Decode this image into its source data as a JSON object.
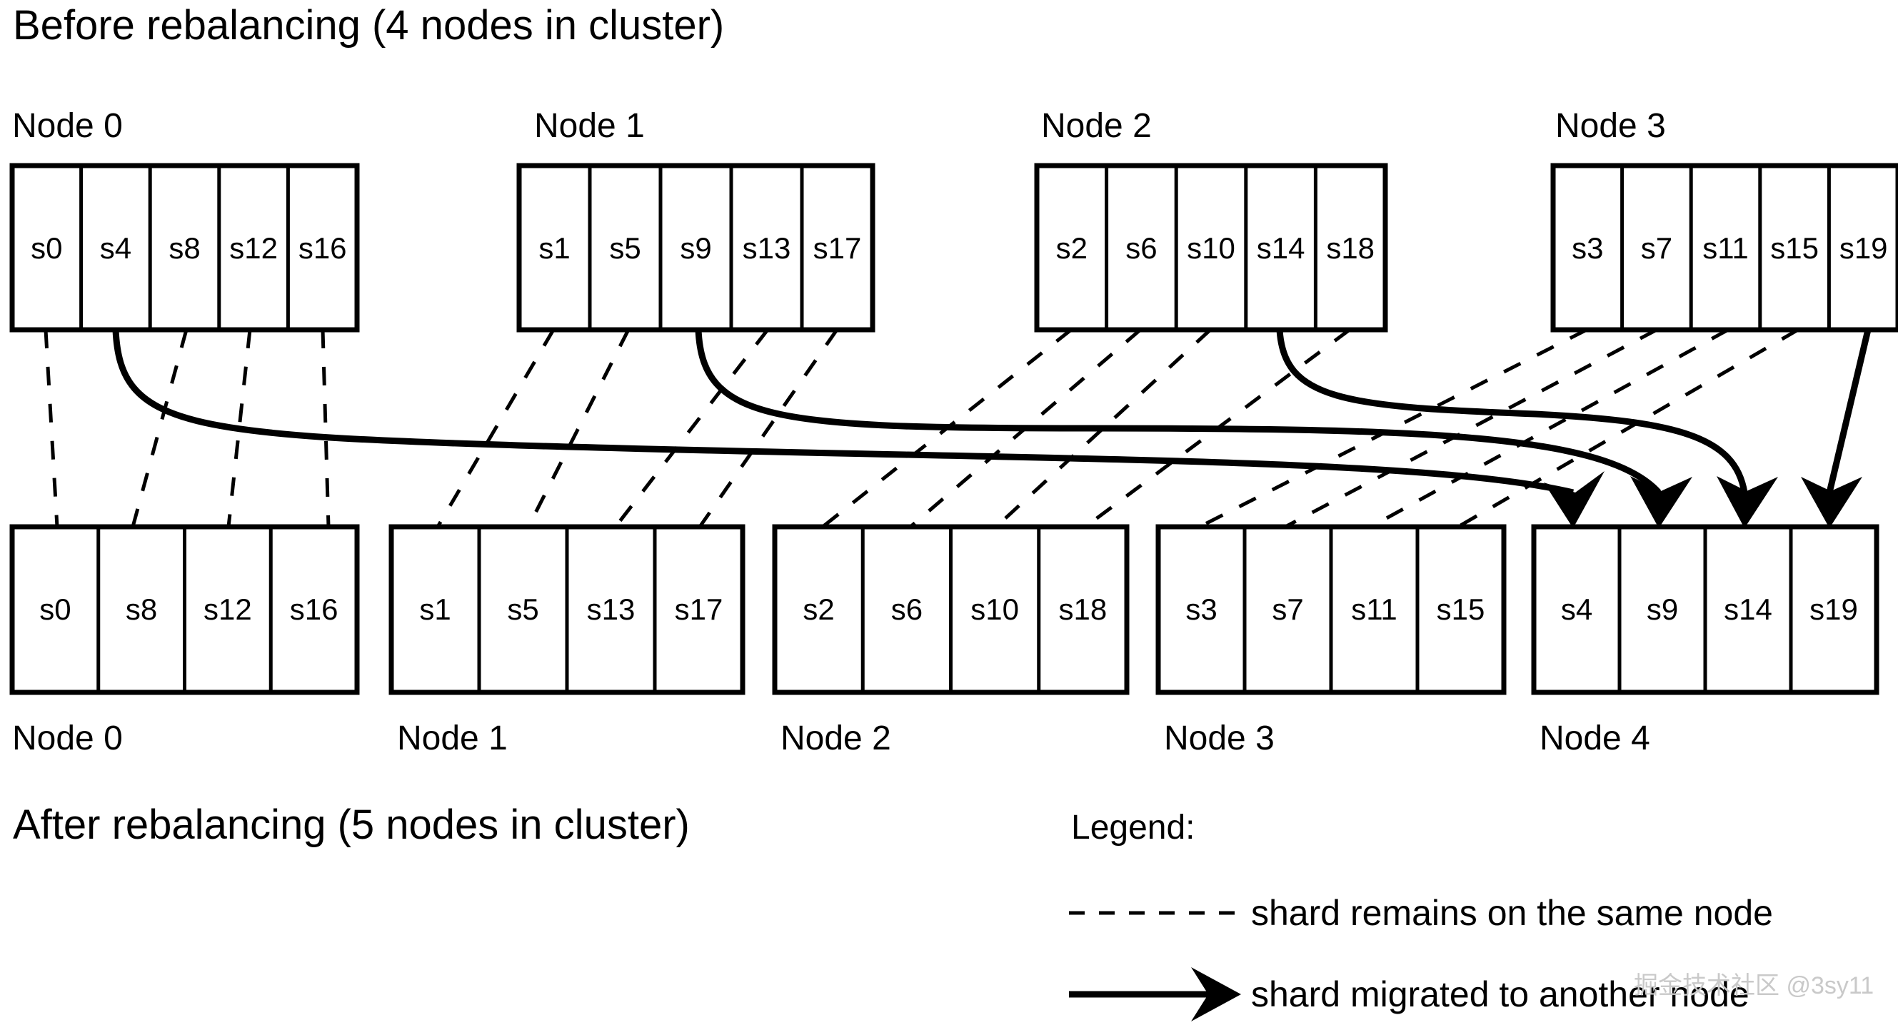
{
  "titles": {
    "before": "Before rebalancing (4 nodes in cluster)",
    "after": "After rebalancing (5 nodes in cluster)"
  },
  "before": {
    "nodes": [
      {
        "label": "Node 0",
        "shards": [
          "s0",
          "s4",
          "s8",
          "s12",
          "s16"
        ]
      },
      {
        "label": "Node 1",
        "shards": [
          "s1",
          "s5",
          "s9",
          "s13",
          "s17"
        ]
      },
      {
        "label": "Node 2",
        "shards": [
          "s2",
          "s6",
          "s10",
          "s14",
          "s18"
        ]
      },
      {
        "label": "Node 3",
        "shards": [
          "s3",
          "s7",
          "s11",
          "s15",
          "s19"
        ]
      }
    ]
  },
  "after": {
    "nodes": [
      {
        "label": "Node 0",
        "shards": [
          "s0",
          "s8",
          "s12",
          "s16"
        ]
      },
      {
        "label": "Node 1",
        "shards": [
          "s1",
          "s5",
          "s13",
          "s17"
        ]
      },
      {
        "label": "Node 2",
        "shards": [
          "s2",
          "s6",
          "s10",
          "s18"
        ]
      },
      {
        "label": "Node 3",
        "shards": [
          "s3",
          "s7",
          "s11",
          "s15"
        ]
      },
      {
        "label": "Node 4",
        "shards": [
          "s4",
          "s9",
          "s14",
          "s19"
        ]
      }
    ]
  },
  "legend": {
    "heading": "Legend:",
    "same_node": "shard remains on the same node",
    "migrated": "shard migrated to another node"
  },
  "watermark": "掘金技术社区 @3sy11",
  "colors": {
    "stroke": "#000000",
    "background": "#ffffff",
    "watermark": "#c9c9c9"
  }
}
